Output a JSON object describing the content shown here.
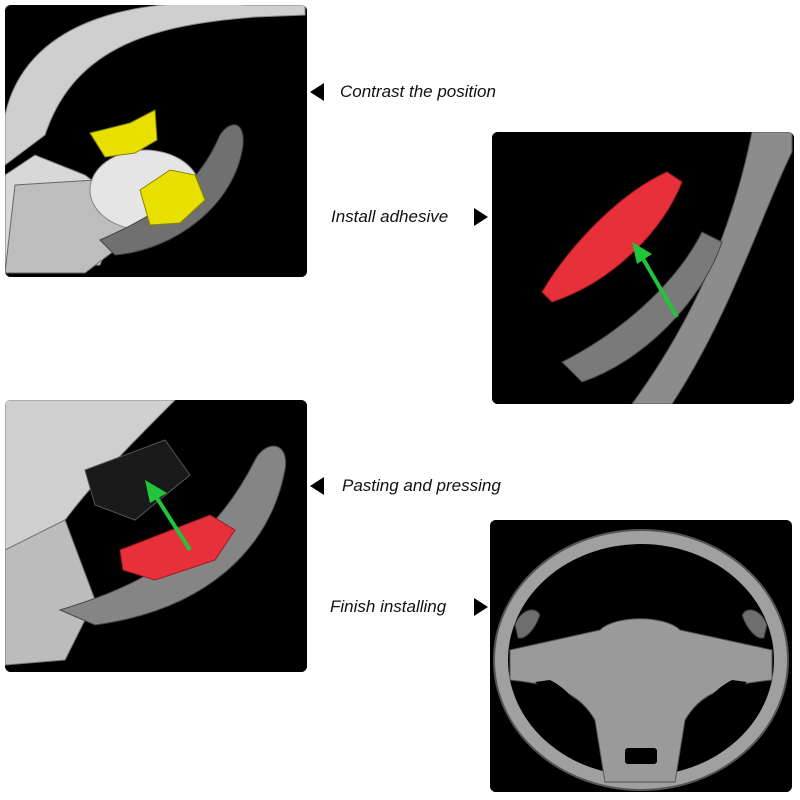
{
  "steps": [
    {
      "caption": "Contrast the position"
    },
    {
      "caption": "Install adhesive"
    },
    {
      "caption": "Pasting and pressing"
    },
    {
      "caption": "Finish installing"
    }
  ],
  "colors": {
    "panel_bg": "#000000",
    "highlight_yellow": "#e8e000",
    "adhesive_red": "#e8303a",
    "arrow_green": "#22c43a",
    "wheel_gray": "#9a9a9a"
  },
  "icons": [
    "pointer-arrow-icon",
    "green-arrow-icon"
  ]
}
